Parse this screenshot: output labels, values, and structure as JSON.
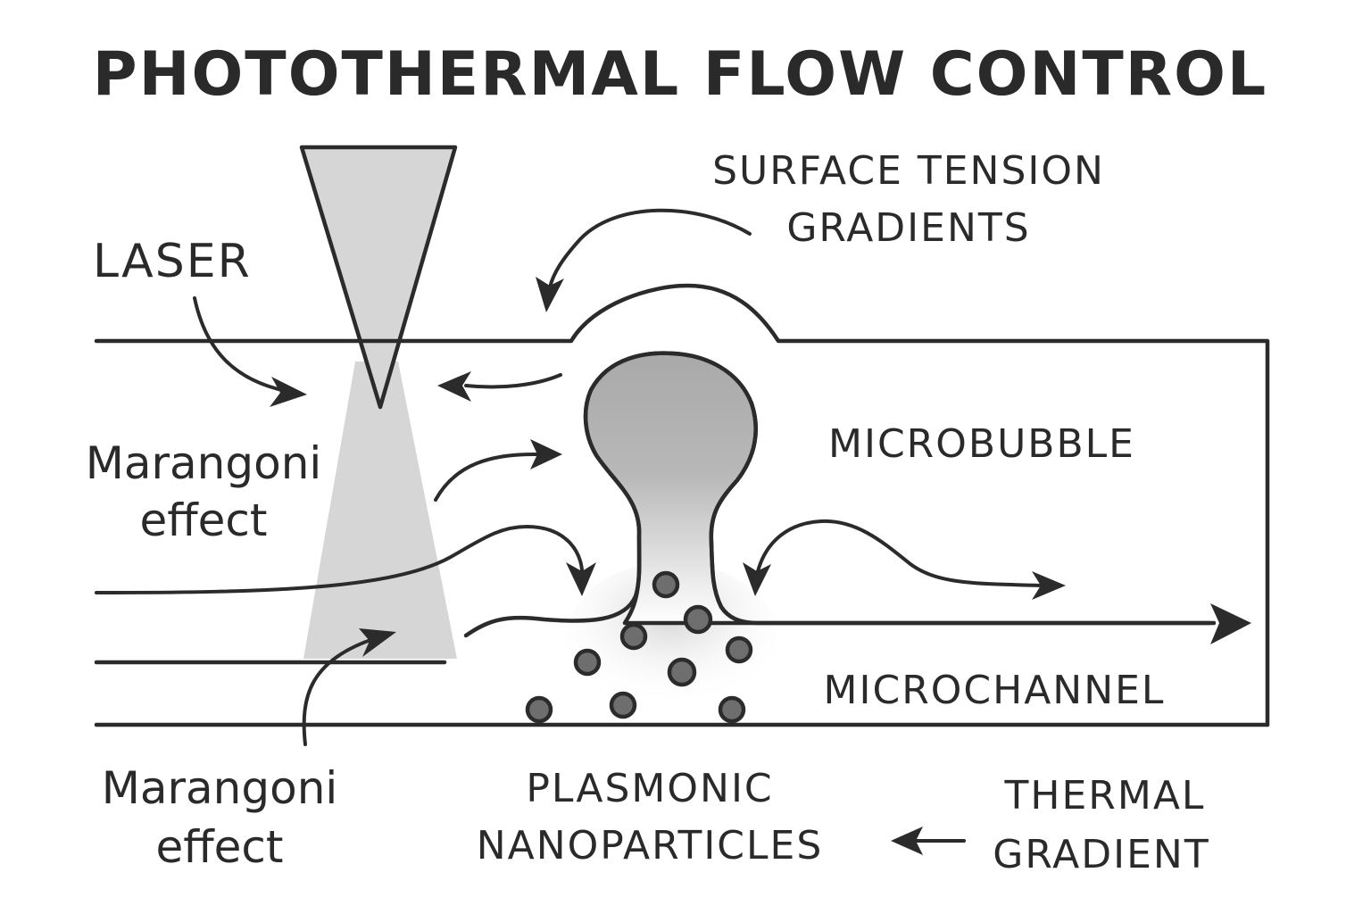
{
  "title": "PHOTOTHERMAL FLOW CONTROL",
  "labels": {
    "laser": "LASER",
    "surface_tension_line1": "SURFACE TENSION",
    "surface_tension_line2": "GRADIENTS",
    "marangoni_top_line1": "Marangoni",
    "marangoni_top_line2": "effect",
    "microbubble": "MICROBUBBLE",
    "microchannel": "MICROCHANNEL",
    "marangoni_bottom_line1": "Marangoni",
    "marangoni_bottom_line2": "effect",
    "plasmonic_line1": "PLASMONIC",
    "plasmonic_line2": "NANOPARTICLES",
    "thermal_line1": "THERMAL",
    "thermal_line2": "GRADIENT"
  },
  "colors": {
    "ink": "#2b2b2b",
    "beam": "#d6d6d6",
    "bubble": "#a9a9a9",
    "particle": "#6e6e6e"
  }
}
